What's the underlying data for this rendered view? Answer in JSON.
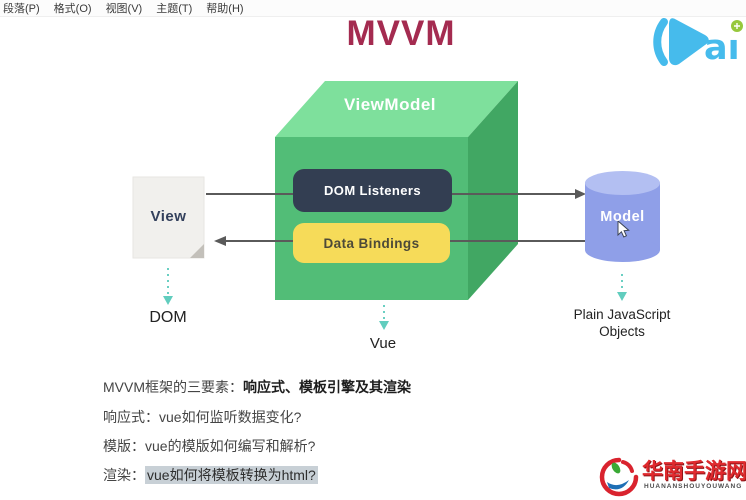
{
  "menu": {
    "items": [
      {
        "label": "段落(P)"
      },
      {
        "label": "格式(O)"
      },
      {
        "label": "视图(V)"
      },
      {
        "label": "主题(T)"
      },
      {
        "label": "帮助(H)"
      }
    ]
  },
  "title": "MVVM",
  "brand": {
    "name": "kai",
    "tail": "aı",
    "blue": "#46bbec",
    "green": "#97c83c"
  },
  "diagram": {
    "view_label": "View",
    "viewmodel_label": "ViewModel",
    "dom_listeners_label": "DOM Listeners",
    "data_bindings_label": "Data Bindings",
    "model_label": "Model",
    "dom_label": "DOM",
    "vue_label": "Vue",
    "plain_js_line1": "Plain JavaScript",
    "plain_js_line2": "Objects",
    "colors": {
      "cube_top": "#7ee09c",
      "cube_front": "#52bd77",
      "cube_side": "#41a763",
      "dom_pill_bg": "#333e52",
      "data_pill_bg": "#f6db59",
      "model_body": "#8f9fe8",
      "model_top": "#b3bff2",
      "arrow": "#5a5a5a",
      "dotted_teal": "#45c4b3",
      "title_color": "#a42b50"
    }
  },
  "notes": {
    "line1_prefix": "MVVM框架的三要素：",
    "line1_bold": "响应式、模板引擎及其渲染",
    "line2": "响应式：vue如何监听数据变化?",
    "line3": "模版：vue的模版如何编写和解析?",
    "line4_prefix": "渲染：",
    "line4_selected": "vue如何将模板转换为html?"
  },
  "watermark": {
    "cn": "华南手游网",
    "en": "HUANANSHOUYOUWANG",
    "red": "#e02a2e"
  }
}
